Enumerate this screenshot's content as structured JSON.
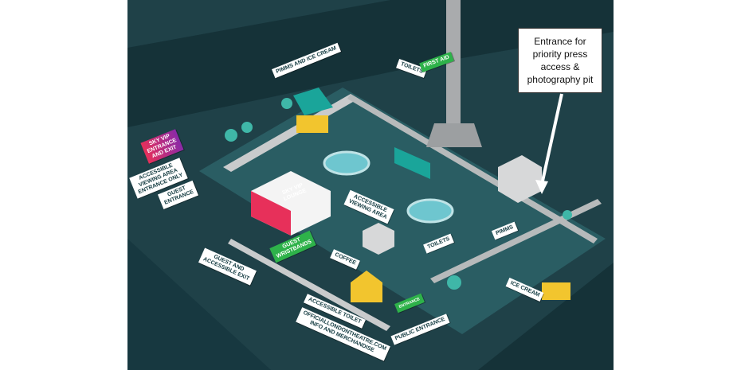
{
  "map": {
    "callout": "Entrance for\npriority press\naccess &\nphotography pit",
    "labels": {
      "pimms_ice_cream": "PIMMS AND ICE CREAM",
      "toilets_top": "TOILETS",
      "first_aid": "FIRST AID",
      "sky_vip_entrance": "SKY VIP\nENTRANCE\nAND EXIT",
      "accessible_viewing_entrance": "ACCESSIBLE\nVIEWING AREA\nENTRANCE ONLY",
      "guest_entrance": "GUEST\nENTRANCE",
      "sky_vip_lounge": "SKY VIP\nLOUNGE",
      "accessible_viewing_area": "ACCESSIBLE\nVIEWING AREA",
      "guest_wristbands": "GUEST\nWRISTBANDS",
      "coffee": "COFFEE",
      "toilets_mid": "TOILETS",
      "pimms": "PIMMS",
      "guest_accessible_exit": "GUEST AND\nACCESSIBLE EXIT",
      "accessible_toilet": "ACCESSIBLE TOILET",
      "official_merch": "OFFICIALLONDONTHEATRE.COM\nINFO AND MERCHANDISE",
      "public_entrance": "PUBLIC ENTRANCE",
      "ice_cream": "ICE CREAM",
      "entrance_sign": "ENTRANCE"
    },
    "colors": {
      "background": "#1f4148",
      "road": "#153238",
      "ground": "#2a5d63",
      "wall": "#c9cbcc",
      "accent_teal": "#1aa59a",
      "stall_yellow": "#f2c52e",
      "vip_red": "#e7305a"
    }
  }
}
